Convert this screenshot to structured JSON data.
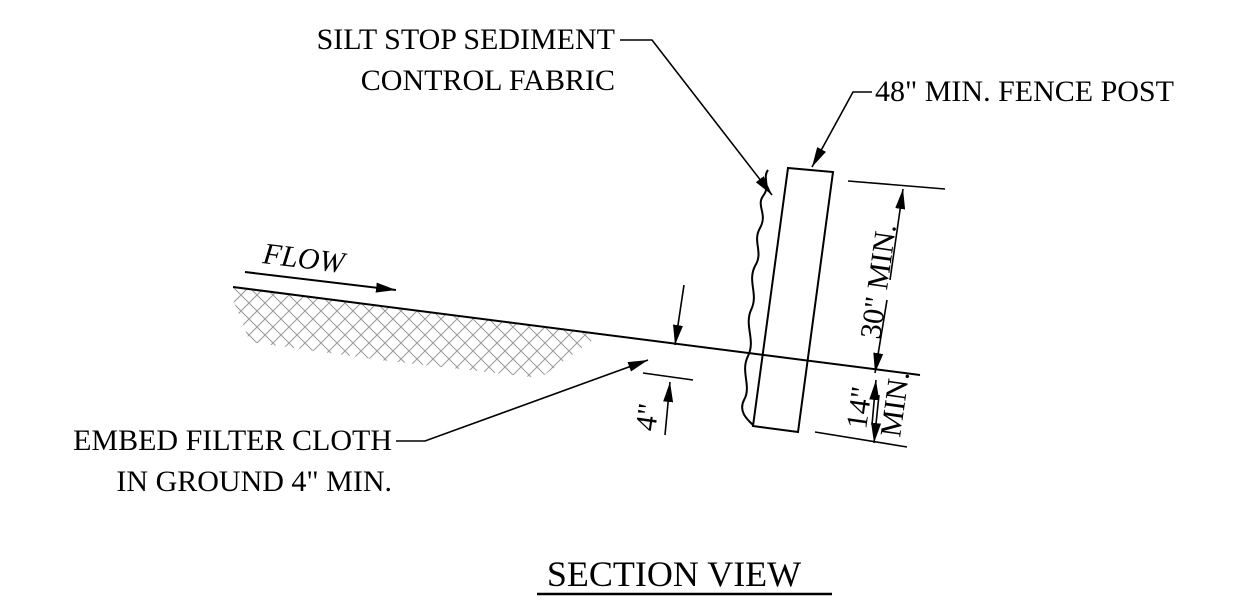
{
  "labels": {
    "fabric_line1": "SILT STOP SEDIMENT",
    "fabric_line2": "CONTROL FABRIC",
    "post": "48\" MIN. FENCE POST",
    "flow": "FLOW",
    "embed_line1": "EMBED FILTER CLOTH",
    "embed_line2": "IN GROUND 4\" MIN.",
    "dim_4": "4\"",
    "dim_30": "30\" MIN.",
    "dim_14": "14\"",
    "dim_14_min": "MIN.",
    "title": "SECTION VIEW"
  }
}
